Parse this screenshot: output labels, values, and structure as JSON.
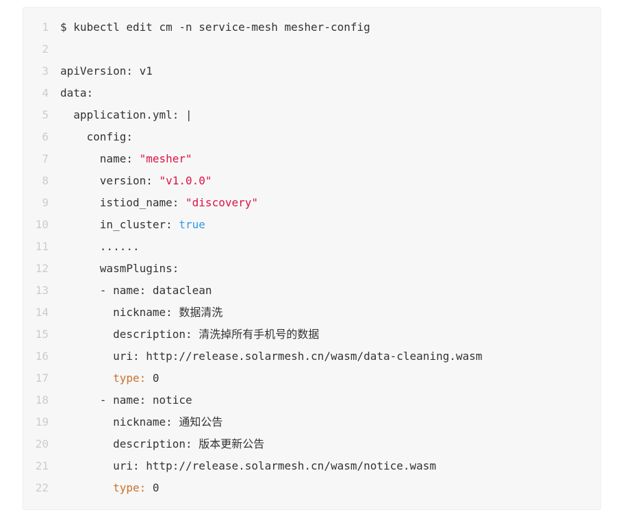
{
  "code_block": {
    "colors": {
      "background": "#f7f7f7",
      "border": "#eeeeee",
      "line_number": "#cccccc",
      "text": "#333333",
      "string": "#dd1144",
      "boolean": "#2b9ce8",
      "keyword": "#c9712a"
    },
    "lines": [
      {
        "num": "1",
        "segments": [
          {
            "text": "$ kubectl edit cm -n service-mesh mesher-config",
            "style": "plain"
          }
        ]
      },
      {
        "num": "2",
        "segments": []
      },
      {
        "num": "3",
        "segments": [
          {
            "text": "apiVersion: v1",
            "style": "plain"
          }
        ]
      },
      {
        "num": "4",
        "segments": [
          {
            "text": "data:",
            "style": "plain"
          }
        ]
      },
      {
        "num": "5",
        "segments": [
          {
            "text": "  application.yml: |",
            "style": "plain"
          }
        ]
      },
      {
        "num": "6",
        "segments": [
          {
            "text": "    config:",
            "style": "plain"
          }
        ]
      },
      {
        "num": "7",
        "segments": [
          {
            "text": "      name: ",
            "style": "plain"
          },
          {
            "text": "\"mesher\"",
            "style": "str"
          }
        ]
      },
      {
        "num": "8",
        "segments": [
          {
            "text": "      version: ",
            "style": "plain"
          },
          {
            "text": "\"v1.0.0\"",
            "style": "str"
          }
        ]
      },
      {
        "num": "9",
        "segments": [
          {
            "text": "      istiod_name: ",
            "style": "plain"
          },
          {
            "text": "\"discovery\"",
            "style": "str"
          }
        ]
      },
      {
        "num": "10",
        "segments": [
          {
            "text": "      in_cluster: ",
            "style": "plain"
          },
          {
            "text": "true",
            "style": "bool"
          }
        ]
      },
      {
        "num": "11",
        "segments": [
          {
            "text": "      ......",
            "style": "plain"
          }
        ]
      },
      {
        "num": "12",
        "segments": [
          {
            "text": "      wasmPlugins:",
            "style": "plain"
          }
        ]
      },
      {
        "num": "13",
        "segments": [
          {
            "text": "      - name: dataclean",
            "style": "plain"
          }
        ]
      },
      {
        "num": "14",
        "segments": [
          {
            "text": "        nickname: 数据清洗",
            "style": "plain"
          }
        ]
      },
      {
        "num": "15",
        "segments": [
          {
            "text": "        description: 清洗掉所有手机号的数据",
            "style": "plain"
          }
        ]
      },
      {
        "num": "16",
        "segments": [
          {
            "text": "        uri: http://release.solarmesh.cn/wasm/data-cleaning.wasm",
            "style": "plain"
          }
        ]
      },
      {
        "num": "17",
        "segments": [
          {
            "text": "        ",
            "style": "plain"
          },
          {
            "text": "type:",
            "style": "kw"
          },
          {
            "text": " 0",
            "style": "plain"
          }
        ]
      },
      {
        "num": "18",
        "segments": [
          {
            "text": "      - name: notice",
            "style": "plain"
          }
        ]
      },
      {
        "num": "19",
        "segments": [
          {
            "text": "        nickname: 通知公告",
            "style": "plain"
          }
        ]
      },
      {
        "num": "20",
        "segments": [
          {
            "text": "        description: 版本更新公告",
            "style": "plain"
          }
        ]
      },
      {
        "num": "21",
        "segments": [
          {
            "text": "        uri: http://release.solarmesh.cn/wasm/notice.wasm",
            "style": "plain"
          }
        ]
      },
      {
        "num": "22",
        "segments": [
          {
            "text": "        ",
            "style": "plain"
          },
          {
            "text": "type:",
            "style": "kw"
          },
          {
            "text": " 0",
            "style": "plain"
          }
        ]
      }
    ]
  }
}
